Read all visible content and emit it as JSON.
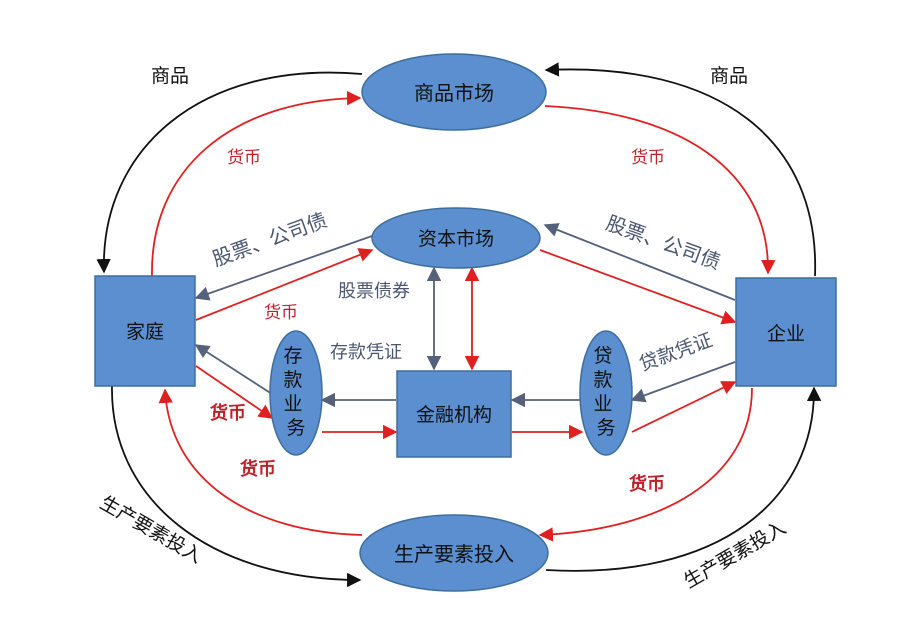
{
  "colors": {
    "node_fill": "#5B8FCF",
    "node_stroke": "#3E6E9E",
    "money_flow": "#E02020",
    "goods_flow": "#111111",
    "securities_flow": "#55607A",
    "money_label": "#C0202A",
    "securities_label": "#4A5670",
    "text_dark": "#111111"
  },
  "nodes": {
    "goods_market": "商品市场",
    "capital_market": "资本市场",
    "household": "家庭",
    "enterprise": "企业",
    "deposit_business": "存款业务",
    "loan_business": "贷款业务",
    "financial_institution": "金融机构",
    "factor_input": "生产要素投入"
  },
  "labels": {
    "goods_left": "商品",
    "goods_right": "商品",
    "money_top_left": "货币",
    "money_top_right": "货币",
    "stocks_bonds_left": "股票、公司债",
    "stocks_bonds_right": "股票、公司债",
    "money_to_capital": "货币",
    "stock_bond_securities": "股票债券",
    "deposit_certificate": "存款凭证",
    "loan_certificate": "贷款凭证",
    "money_household_deposit": "货币",
    "money_lower_left": "货币",
    "money_lower_right": "货币",
    "factor_left": "生产要素投入",
    "factor_right": "生产要素投入"
  }
}
